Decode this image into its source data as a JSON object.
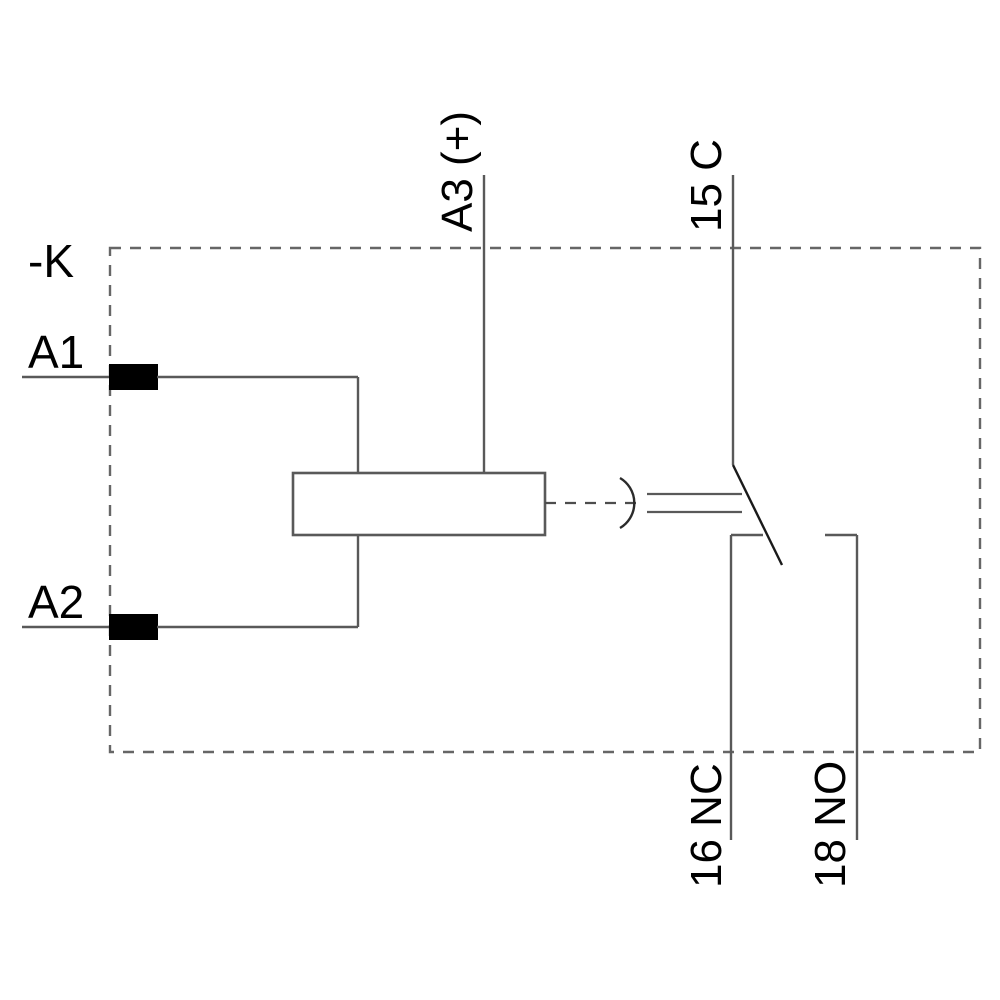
{
  "diagram": {
    "title": "-K",
    "type": "relay-changeover-contact-schematic",
    "device_label": "-K",
    "colors": {
      "background": "#ffffff",
      "wire": "#595959",
      "enclosure_dashed": "#666666",
      "terminal_fill": "#000000",
      "text": "#000000"
    },
    "terminals": [
      {
        "id": "A1",
        "label": "A1",
        "side": "left",
        "role": "coil-input"
      },
      {
        "id": "A2",
        "label": "A2",
        "side": "left",
        "role": "coil-input"
      },
      {
        "id": "A3",
        "label": "A3 (+)",
        "side": "top",
        "role": "coil-positive-supply"
      },
      {
        "id": "15",
        "label": "15 C",
        "side": "top",
        "role": "common-contact"
      },
      {
        "id": "16",
        "label": "16 NC",
        "side": "bottom",
        "role": "normally-closed-contact"
      },
      {
        "id": "18",
        "label": "18 NO",
        "side": "bottom",
        "role": "normally-open-contact"
      }
    ],
    "labels": {
      "device": "-K",
      "a1": "A1",
      "a2": "A2",
      "a3": "A3 (+)",
      "c15": "15 C",
      "nc16": "16 NC",
      "no18": "18 NO"
    },
    "components": {
      "coil": {
        "name": "relay-coil",
        "shape": "rectangle"
      },
      "armature": {
        "name": "armature-arc",
        "shape": "arc"
      },
      "mechanical_link": {
        "name": "mechanical-linkage",
        "style": "dashed"
      },
      "switch_blade": {
        "name": "changeover-switch-blade",
        "state": "normally-closed"
      },
      "enclosure": {
        "name": "device-boundary",
        "style": "dashed-rectangle"
      }
    }
  }
}
